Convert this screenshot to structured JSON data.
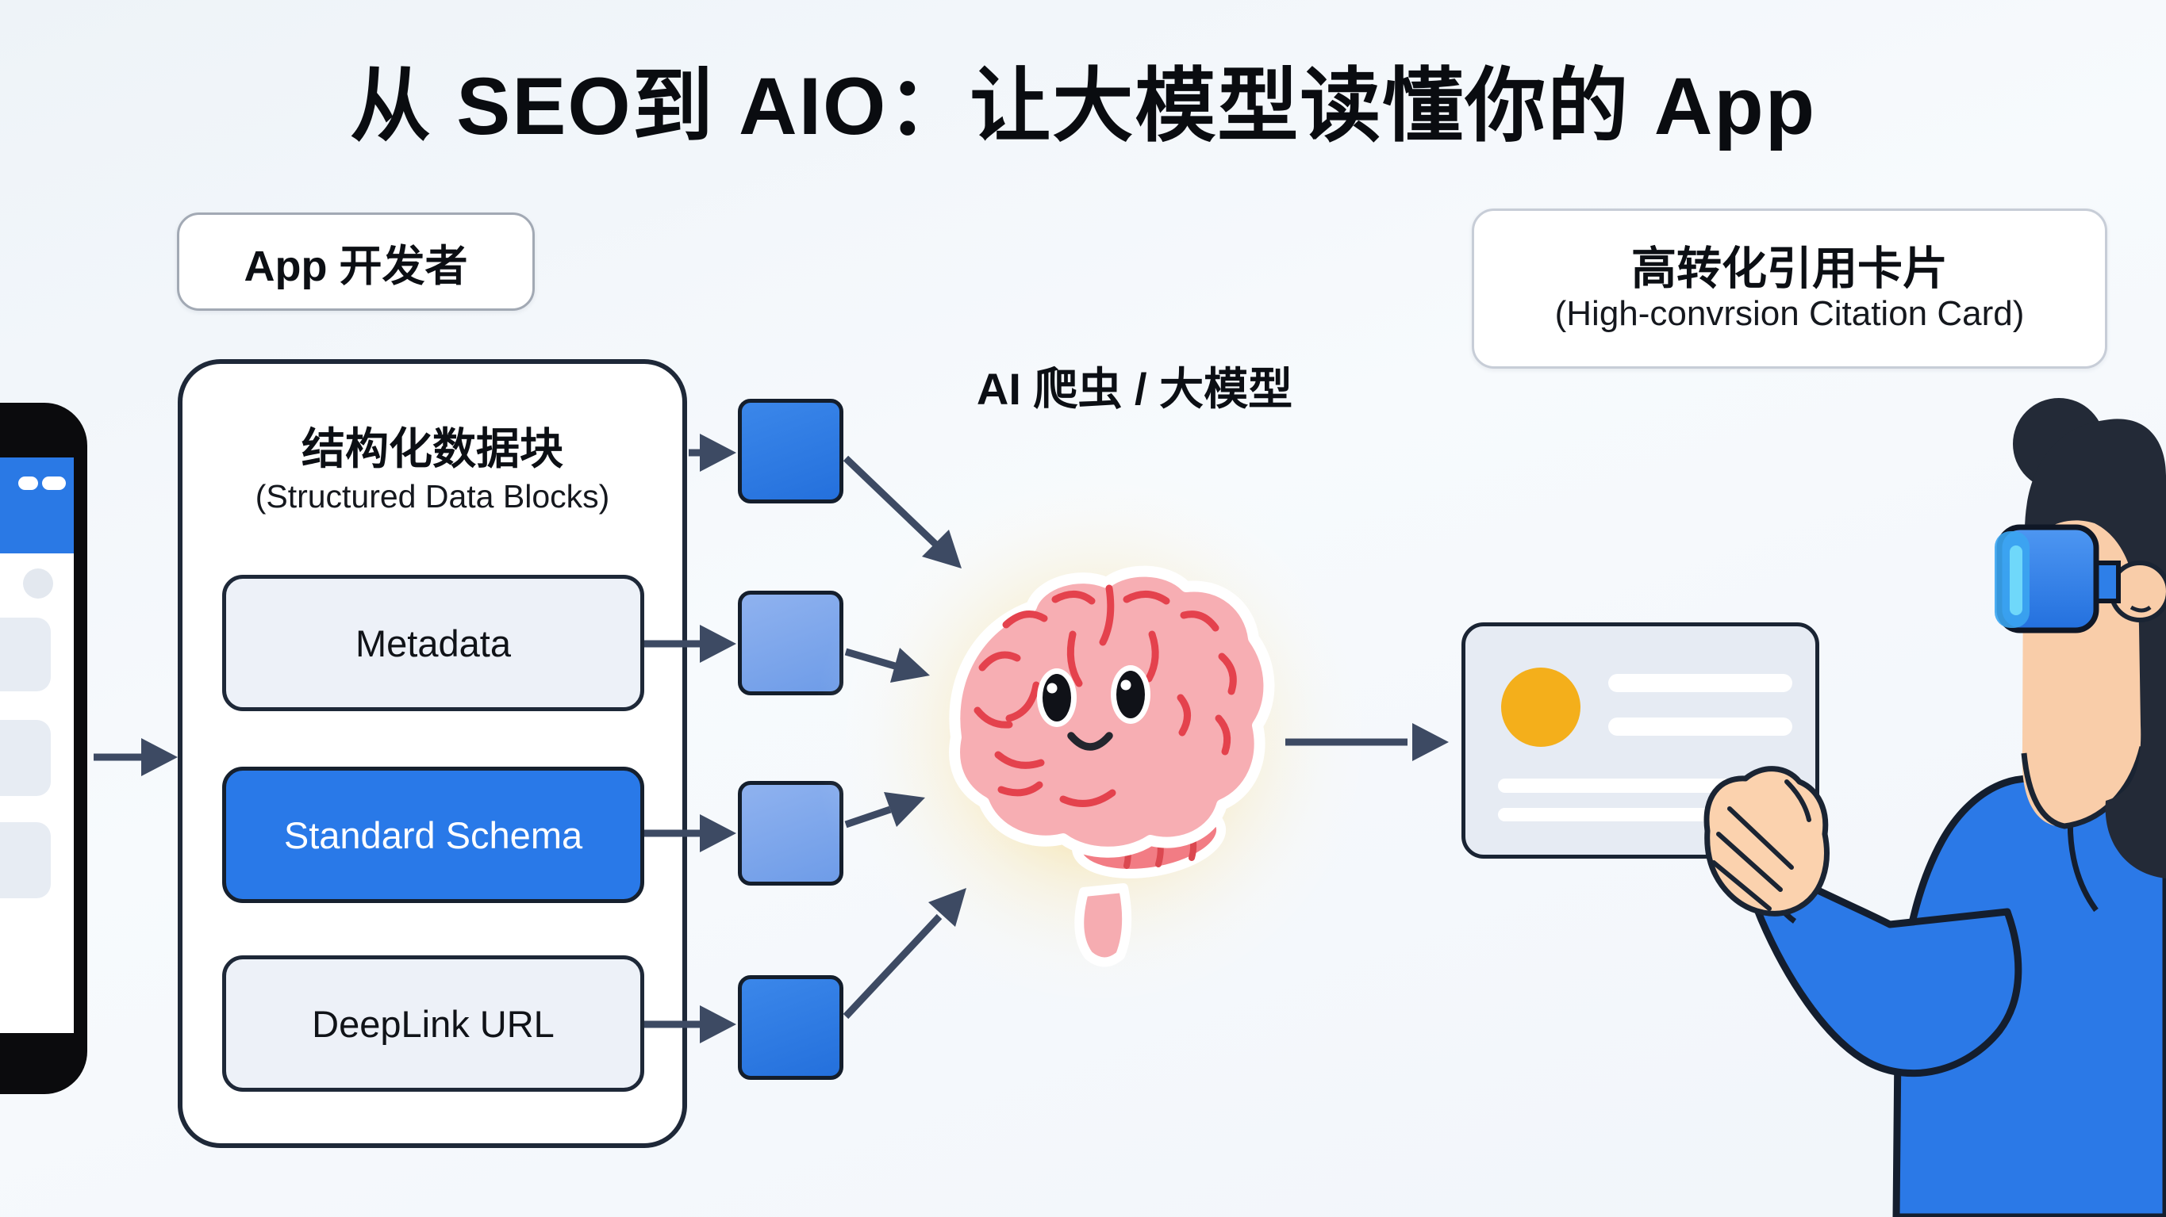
{
  "title": "从 SEO到 AIO：让大模型读懂你的 App",
  "badges": {
    "app_developer": "App 开发者",
    "ai_crawler": "AI 爬虫 / 大模型",
    "citation_card": {
      "zh": "高转化引用卡片",
      "en": "(High-convrsion Citation Card)"
    }
  },
  "structured_blocks": {
    "heading_zh": "结构化数据块",
    "heading_en": "(Structured Data Blocks)",
    "items": [
      {
        "label": "Metadata",
        "highlighted": false
      },
      {
        "label": "Standard Schema",
        "highlighted": true
      },
      {
        "label": "DeepLink URL",
        "highlighted": false
      }
    ]
  },
  "illustrations": [
    "phone-mockup",
    "data-packet-square",
    "ai-brain",
    "citation-card-preview",
    "vr-person"
  ],
  "colors": {
    "background": "#F3F7FB",
    "outline_dark": "#1E2838",
    "arrow": "#3D4A63",
    "primary_blue": "#2979E8",
    "packet_blue_dark": "#2C7CE2",
    "packet_blue_light": "#7FA9EC",
    "box_fill_light": "#EDF1F8",
    "card_fill": "#E6EBF3",
    "card_avatar_orange": "#F4AF1B",
    "brain_pink": "#F7AEB3",
    "brain_line_red": "#E4424D",
    "glow_yellow": "#F6C94E",
    "skin": "#F9CDA9",
    "hair": "#232A37",
    "goggles_screen_cyan": "#6FD8FA"
  }
}
